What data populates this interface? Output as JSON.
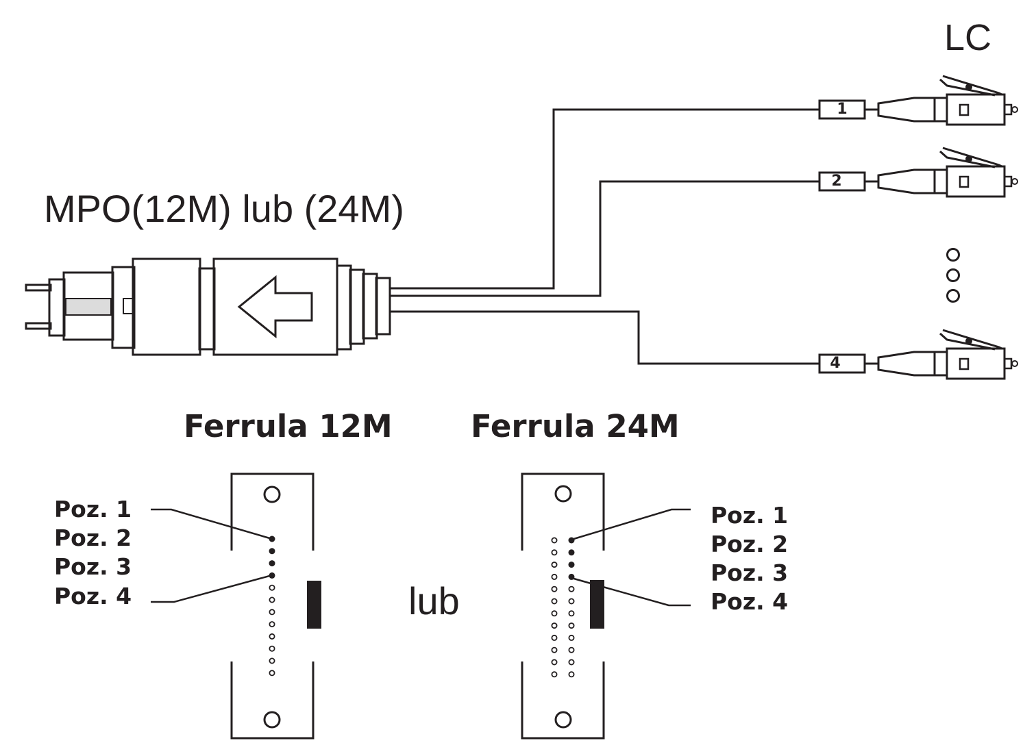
{
  "labels": {
    "lc_title": "LC",
    "mpo_title": "MPO(12M) lub (24M)",
    "ferrule_12": "Ferrula 12M",
    "ferrule_24": "Ferrula 24M",
    "or_word": "lub"
  },
  "connectors": [
    "1",
    "2",
    "4"
  ],
  "positions_12m": [
    "Poz. 1",
    "Poz. 2",
    "Poz. 3",
    "Poz. 4"
  ],
  "positions_24m": [
    "Poz. 1",
    "Poz. 2",
    "Poz. 3",
    "Poz. 4"
  ],
  "ellipsis_dots": 3,
  "colors": {
    "line": "#231f20",
    "boot_fill": "#dcdcdc"
  }
}
